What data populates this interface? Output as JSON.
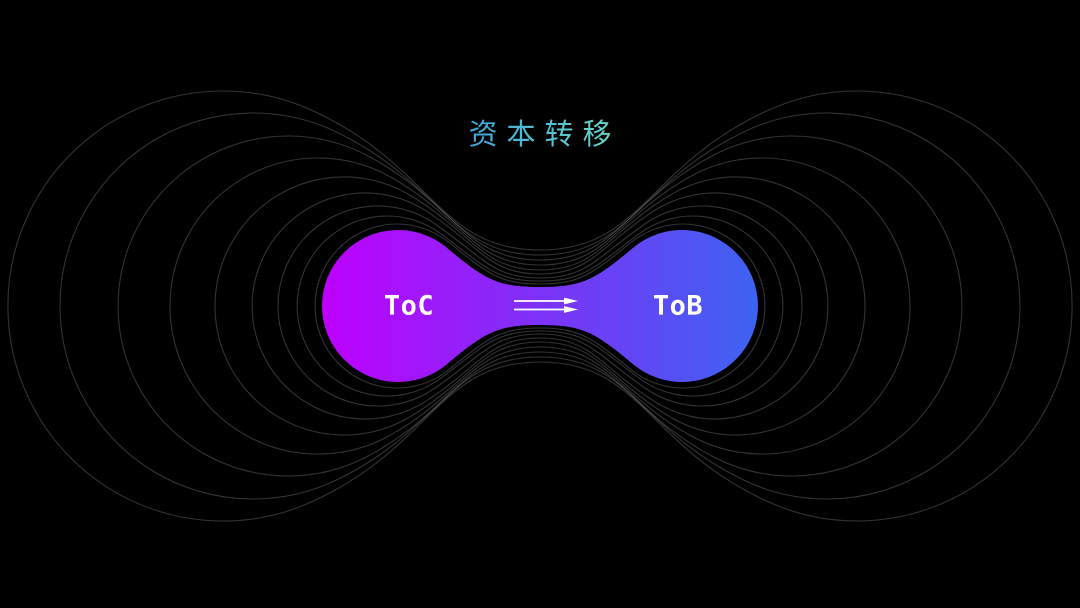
{
  "title": {
    "text": "资本转移",
    "color_from": "#3FA3DC",
    "color_to": "#68DAC8"
  },
  "diagram": {
    "left_node": {
      "label": "ToC"
    },
    "right_node": {
      "label": "ToB"
    },
    "arrow": {
      "name": "double-right-arrow",
      "color": "#FFFFFF"
    },
    "colors": {
      "background": "#000000",
      "node_gradient_from": "#BE00FD",
      "node_gradient_to": "#3D63F2",
      "contour_line": "#A8A8A8",
      "label_text": "#FFFFFF"
    }
  }
}
